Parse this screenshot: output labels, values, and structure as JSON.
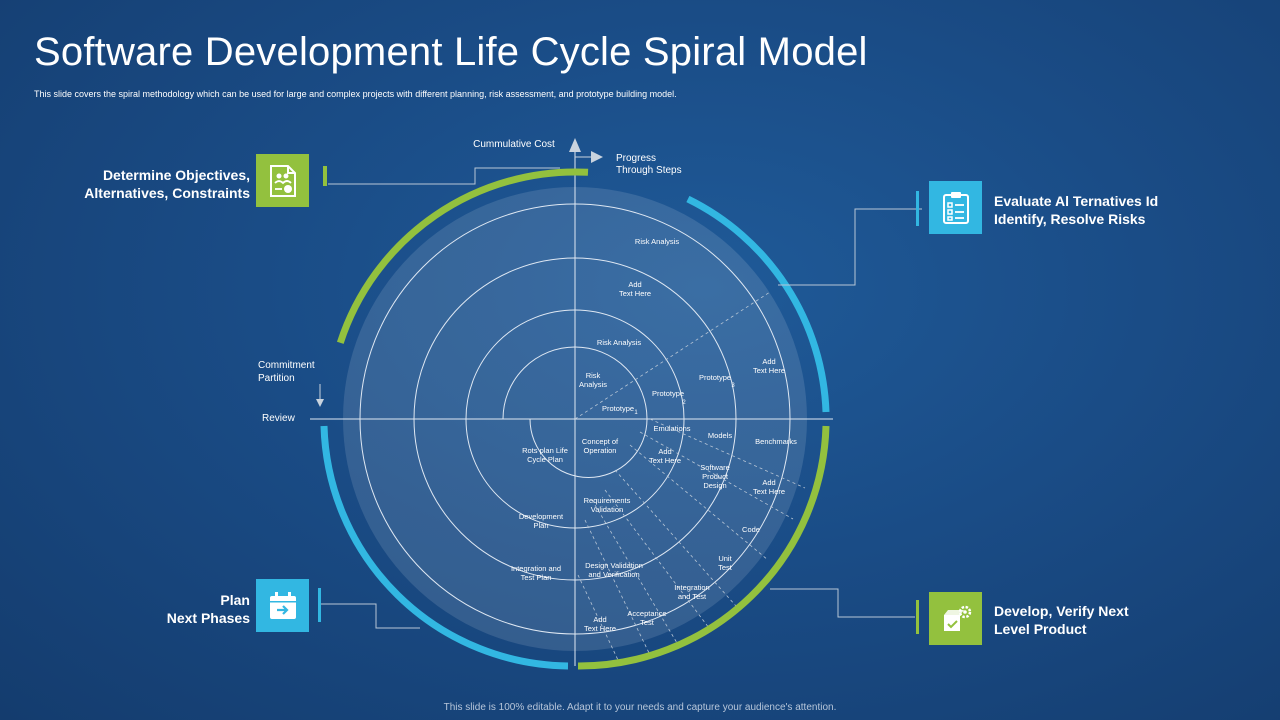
{
  "header": {
    "title": "Software Development Life Cycle Spiral Model",
    "subtitle": "This slide covers the spiral methodology  which can be used for large and complex projects with different planning, risk assessment, and prototype building model."
  },
  "footer": "This slide is 100% editable.  Adapt it to your needs and capture your audience's attention.",
  "colors": {
    "green": "#93c13e",
    "blue": "#32b7e2",
    "background": "#1a4c86"
  },
  "quadrants": {
    "top_left": {
      "line1": "Determine Objectives,",
      "line2": "Alternatives, Constraints",
      "icon": "document-people-icon"
    },
    "top_right": {
      "line1": "Evaluate Al  Ternatives Id",
      "line2": "Identify, Resolve Risks",
      "icon": "clipboard-checklist-icon"
    },
    "bottom_left": {
      "line1": "Plan",
      "line2": "Next Phases",
      "icon": "calendar-arrow-icon"
    },
    "bottom_right": {
      "line1": "Develop, Verify Next",
      "line2": "Level Product",
      "icon": "product-gear-icon"
    }
  },
  "axes": {
    "cumulative_cost": "Cummulative Cost",
    "progress_1": "Progress",
    "progress_2": "Through Steps",
    "commitment_1": "Commitment",
    "commitment_2": "Partition",
    "review": "Review"
  },
  "spiral_labels": {
    "risk_analysis_outer": "Risk Analysis",
    "add_text_1a": "Add",
    "add_text_1b": "Text Here",
    "risk_analysis_mid": "Risk Analysis",
    "risk_inner_1": "Risk",
    "risk_inner_2": "Analysis",
    "prototype_1": "Prototype",
    "prototype_1_num": "1",
    "prototype_2": "Prototype",
    "prototype_2_num": "2",
    "prototype_3": "Prototype",
    "prototype_3_num": "3",
    "add_text_2a": "Add",
    "add_text_2b": "Text Here",
    "emulations": "Emulations",
    "models": "Models",
    "benchmarks": "Benchmarks",
    "concept_1": "Concept of",
    "concept_2": "Operation",
    "add_text_3a": "Add",
    "add_text_3b": "Text Here",
    "rots_1": "Rots plan Life",
    "rots_2": "Cycle Plan",
    "software_1": "Software",
    "software_2": "Product",
    "software_3": "Design",
    "add_text_4a": "Add",
    "add_text_4b": "Text Here",
    "requirements_1": "Requirements",
    "requirements_2": "Validation",
    "development_1": "Development",
    "development_2": "Plan",
    "code": "Code",
    "unit_1": "Unit",
    "unit_2": "Test",
    "design_val_1": "Design Validation",
    "design_val_2": "and Verification",
    "integration_plan_1": "Integration  and",
    "integration_plan_2": "Test Plan",
    "integration_test_1": "Integration",
    "integration_test_2": "and Test",
    "acceptance_1": "Acceptance",
    "acceptance_2": "Test",
    "add_text_5a": "Add",
    "add_text_5b": "Text Here"
  }
}
